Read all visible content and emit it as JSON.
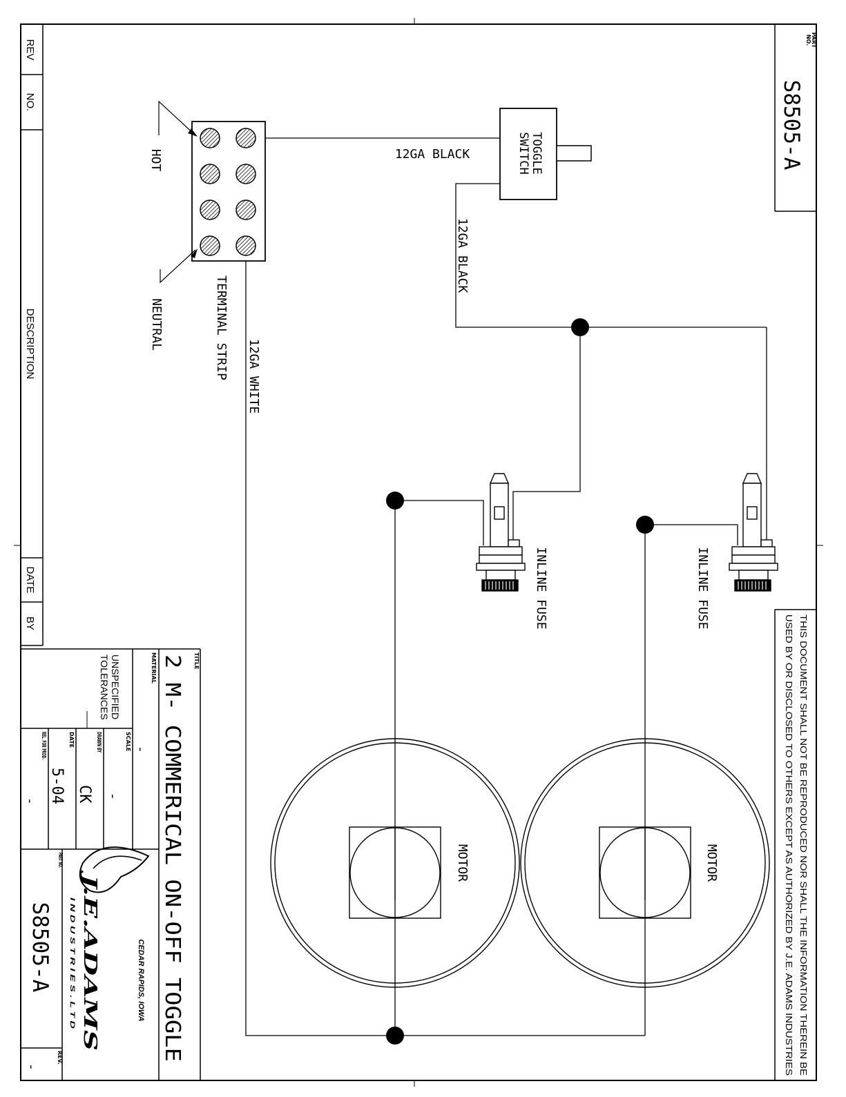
{
  "part_no_header": {
    "label_part": "PART",
    "label_no": "NO.",
    "value": "S8505-A"
  },
  "revision_block": {
    "rev": "REV",
    "no": "NO.",
    "description": "DESCRIPTION",
    "date": "DATE",
    "by": "BY"
  },
  "components": {
    "terminal_strip": "TERMINAL STRIP",
    "hot": "HOT",
    "neutral": "NEUTRAL",
    "toggle_switch_line1": "TOGGLE",
    "toggle_switch_line2": "SWITCH",
    "fuse_1": "INLINE FUSE",
    "fuse_2": "INLINE FUSE",
    "motor_1": "MOTOR",
    "motor_2": "MOTOR"
  },
  "wires": {
    "black_to_switch": "12GA BLACK",
    "black_from_switch": "12GA BLACK",
    "white": "12GA WHITE"
  },
  "notice": {
    "line1": "THIS DOCUMENT SHALL NOT BE REPRODUCED NOR SHALL THE INFORMATION THEREIN BE",
    "line2": "USED BY OR DISCLOSED TO OTHERS EXCEPT AS AUTHORIZED BY J.E. ADAMS INDUSTRIES"
  },
  "title_block": {
    "title_label": "TITLE",
    "title": "2 M- COMMERICAL ON-OFF TOGGLE",
    "material_label": "MATERIAL",
    "material_value": "-",
    "tolerances_line1": "UNSPECIFIED",
    "tolerances_line2": "TOLERANCES",
    "scale_label": "SCALE",
    "scale_value": "-",
    "drawn_label": "DRAWN BY",
    "drawn_value": "CK",
    "date_label": "DATE",
    "date_value": "5-04",
    "rel_label": "REL. FOR PROD.",
    "rel_value": "-",
    "company_location": "CEDAR RAPIDS, IOWA",
    "logo_text": "J.E.ADAMS",
    "logo_sub": "I N D U S T R I E S . L T D",
    "part_label": "PART NO.",
    "part_value": "S8505-A",
    "rev_label": "REV.",
    "rev_value": "-"
  }
}
